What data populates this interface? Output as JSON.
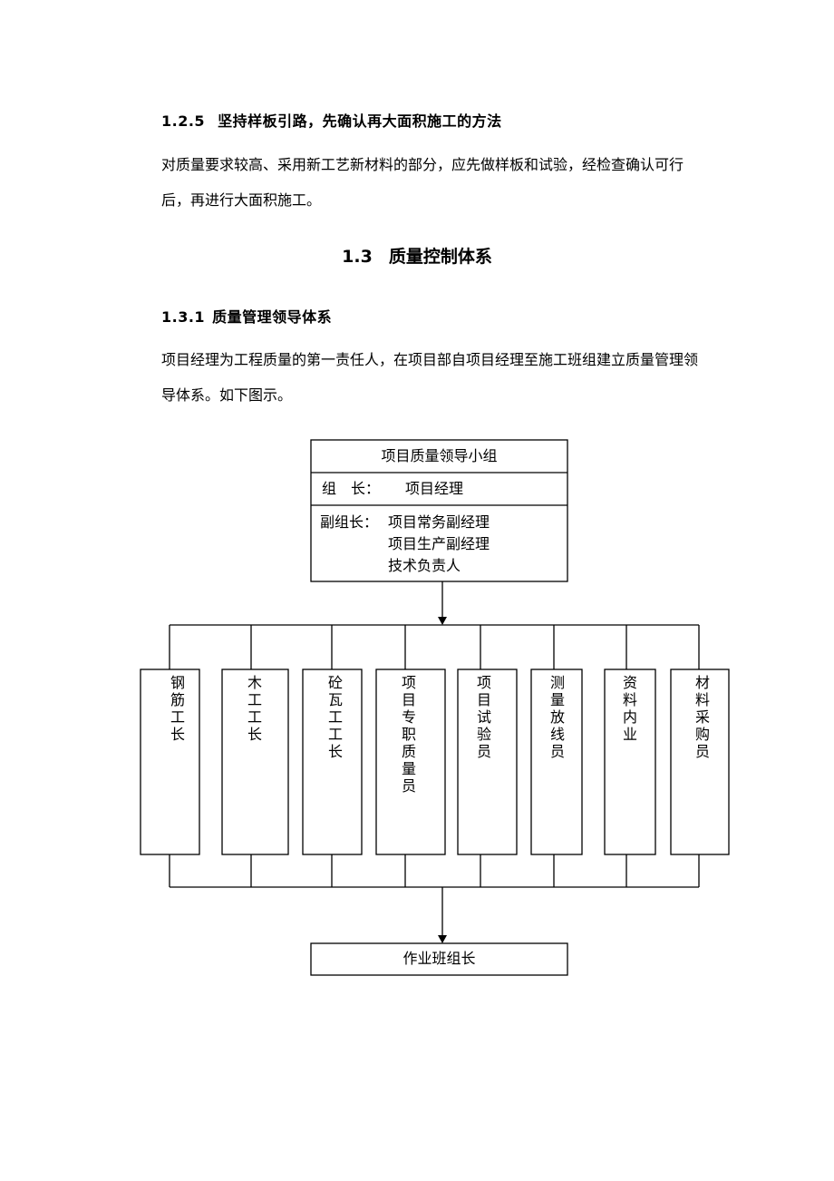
{
  "section_125": {
    "number": "1.2.5",
    "title": "坚持样板引路，先确认再大面积施工的方法"
  },
  "para_125": "对质量要求较高、采用新工艺新材料的部分，应先做样板和试验，经检查确认可行后，再进行大面积施工。",
  "section_13": {
    "number": "1.3",
    "title": "质量控制体系"
  },
  "section_131": {
    "number": "1.3.1",
    "title": "质量管理领导体系"
  },
  "para_131": "项目经理为工程质量的第一责任人，在项目部自项目经理至施工班组建立质量管理领导体系。如下图示。",
  "org_chart": {
    "top_box": {
      "title": "项目质量领导小组",
      "leader_label": "组　长：",
      "leader_value": "项目经理",
      "deputy_label": "副组长：",
      "deputies": [
        "项目常务副经理",
        "项目生产副经理",
        "技术负责人"
      ]
    },
    "roles": [
      "钢筋工长",
      "木工工长",
      "砼瓦工工长",
      "项目专职质量员",
      "项目试验员",
      "测量放线员",
      "资料内业",
      "材料采购员"
    ],
    "bottom_box": "作业班组长"
  }
}
